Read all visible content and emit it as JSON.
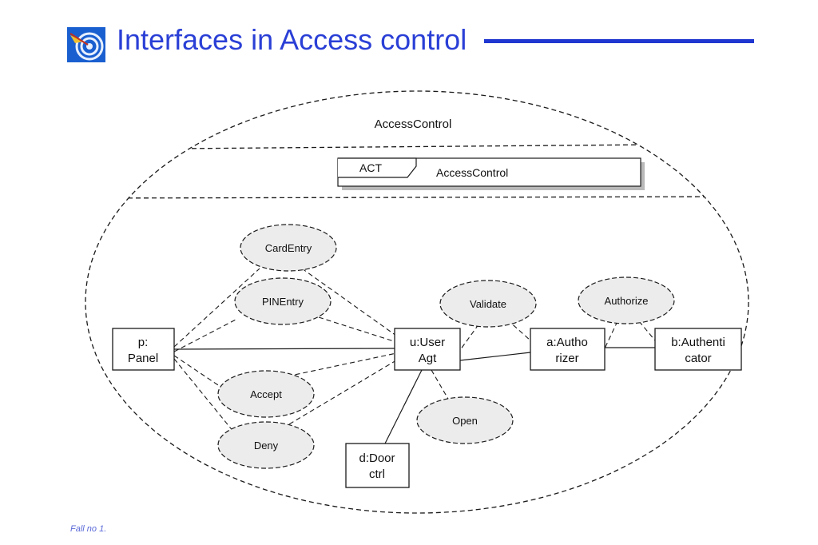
{
  "page": {
    "title": "Interfaces in Access control",
    "footer": "Fall no 1."
  },
  "colors": {
    "title": "#2a3fd6",
    "rule": "#1f37d0",
    "logo_blue": "#1a5fd0",
    "stroke": "#1a1a1a",
    "ellipse_fill": "#ececec"
  },
  "icons": {
    "logo": "target-logo-icon"
  },
  "diagram": {
    "outer_label": "AccessControl",
    "act_tag": "ACT",
    "act_name": "AccessControl",
    "components": {
      "panel": {
        "line1": "p:",
        "line2": "Panel"
      },
      "useragt": {
        "line1": "u:User",
        "line2": "Agt"
      },
      "authorizer": {
        "line1": "a:Autho",
        "line2": "rizer"
      },
      "authenticator": {
        "line1": "b:Authenti",
        "line2": "cator"
      },
      "doorctrl": {
        "line1": "d:Door",
        "line2": "ctrl"
      }
    },
    "interfaces": {
      "cardentry": "CardEntry",
      "pinentry": "PINEntry",
      "accept": "Accept",
      "deny": "Deny",
      "validate": "Validate",
      "authorize": "Authorize",
      "open": "Open"
    }
  }
}
